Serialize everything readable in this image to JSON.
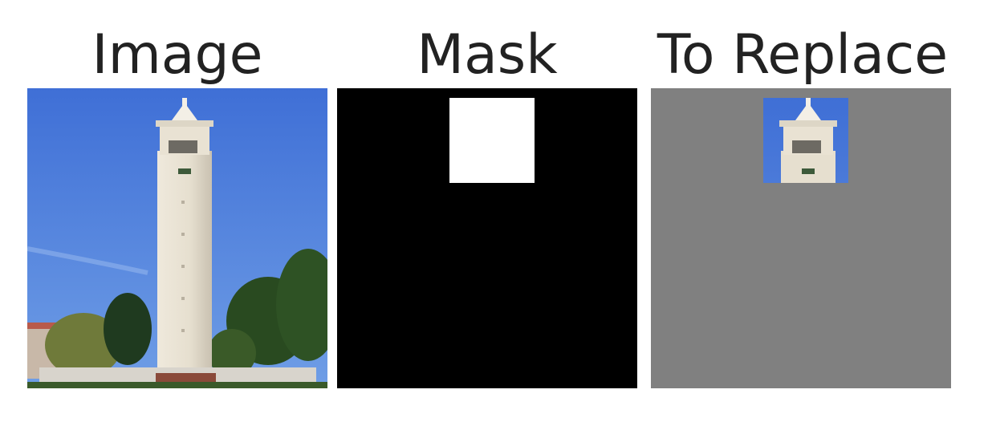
{
  "panels": [
    {
      "title": "Image"
    },
    {
      "title": "Mask"
    },
    {
      "title": "To Replace"
    }
  ],
  "scene": {
    "subject": "clock tower against blue sky",
    "mask_fill": "#ffffff",
    "mask_background": "#000000",
    "replace_background": "#808080"
  }
}
